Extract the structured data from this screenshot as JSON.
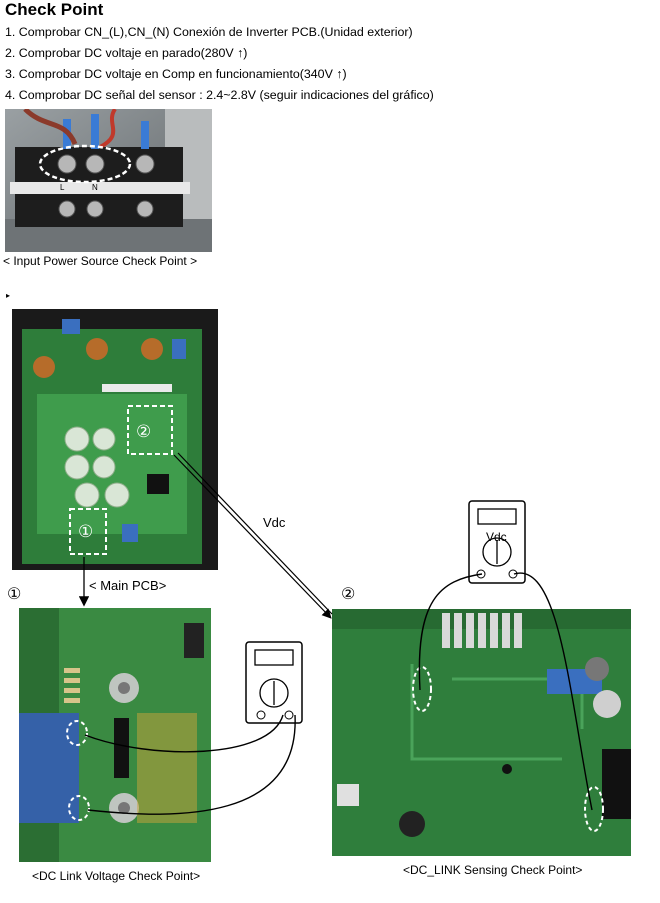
{
  "title": "Check Point",
  "steps": [
    "1. Comprobar CN_(L),CN_(N) Conexión de Inverter PCB.(Unidad exterior)",
    "2. Comprobar DC voltaje en parado(280V ↑)",
    "3. Comprobar DC voltaje en Comp en funcionamiento(340V ↑)",
    "4. Comprobar DC señal del sensor : 2.4~2.8V (seguir indicaciones del gráfico)"
  ],
  "captions": {
    "input": "< Input  Power Source Check Point >",
    "main_pcb": "< Main PCB>",
    "dc_link_voltage": "<DC Link Voltage Check Point>",
    "dc_link_sensing": "<DC_LINK Sensing Check Point>"
  },
  "labels": {
    "vdc_mid": "Vdc",
    "vdc_meter": "Vdc",
    "marker1": "①",
    "marker2": "②",
    "terminal_l": "L",
    "terminal_n": "N",
    "bullet": "▸"
  }
}
